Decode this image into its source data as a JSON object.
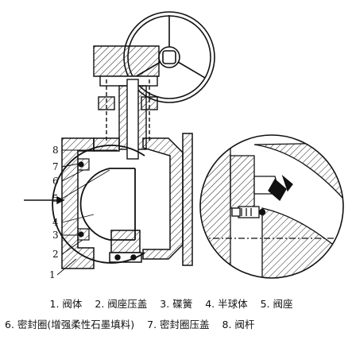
{
  "callouts": [
    "8",
    "7",
    "6",
    "5",
    "4",
    "3",
    "2",
    "1"
  ],
  "legend": {
    "line1": [
      "1. 阀体",
      "2. 阀座压盖",
      "3. 碟簧",
      "4. 半球体",
      "5. 阀座"
    ],
    "line2": [
      "6. 密封圈(增强柔性石墨填料)",
      "7. 密封圈压盖",
      "8. 阀杆"
    ]
  }
}
